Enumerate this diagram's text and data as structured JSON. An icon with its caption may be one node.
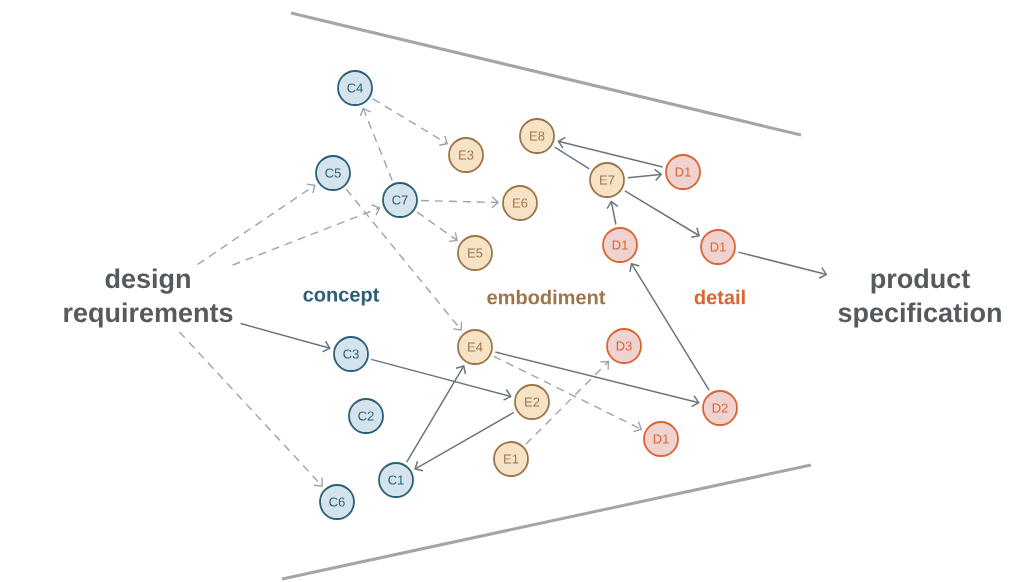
{
  "diagram": {
    "nodes": [
      {
        "text": [
          "design requirements"
        ]
      },
      {
        "text": [
          "C4"
        ]
      },
      {
        "text": [
          "C5"
        ]
      },
      {
        "text": [
          "C7"
        ]
      },
      {
        "text": [
          "E3"
        ]
      },
      {
        "text": [
          "E8"
        ]
      },
      {
        "text": [
          "E6"
        ]
      },
      {
        "text": [
          "E7"
        ]
      },
      {
        "text": [
          "D1"
        ]
      },
      {
        "text": [
          "E5"
        ]
      },
      {
        "text": [
          "D1"
        ]
      },
      {
        "text": [
          "D1"
        ]
      },
      {
        "text": [
          "product specification"
        ]
      },
      {
        "text": [
          "C3"
        ]
      },
      {
        "text": [
          "E4"
        ]
      },
      {
        "text": [
          "D3"
        ]
      },
      {
        "text": [
          "C2"
        ]
      },
      {
        "text": [
          "E2"
        ]
      },
      {
        "text": [
          "D2"
        ]
      },
      {
        "text": [
          "D1"
        ]
      },
      {
        "text": [
          "E1"
        ]
      },
      {
        "text": [
          "C1"
        ]
      },
      {
        "text": [
          "C6"
        ]
      }
    ],
    "edges": [
      {
        "from": 0,
        "to": 2,
        "arrow": "to",
        "style": "dashed",
        "color": "#9ca3aa"
      },
      {
        "from": 0,
        "to": 3,
        "arrow": "to",
        "style": "dashed",
        "color": "#9ca3aa"
      },
      {
        "from": 0,
        "to": 13,
        "arrow": "to"
      },
      {
        "from": 0,
        "to": 22,
        "arrow": "to",
        "style": "dashed",
        "color": "#9ca3aa"
      },
      {
        "from": 3,
        "to": 1,
        "arrow": "to",
        "style": "dashed",
        "color": "#9ca3aa"
      },
      {
        "from": 1,
        "to": 4,
        "arrow": "to",
        "style": "dashed",
        "color": "#9ca3aa"
      },
      {
        "from": 3,
        "to": 6,
        "arrow": "to",
        "style": "dashed",
        "color": "#9ca3aa"
      },
      {
        "from": 3,
        "to": 9,
        "arrow": "to",
        "style": "dashed",
        "color": "#9ca3aa"
      },
      {
        "from": 2,
        "to": 14,
        "arrow": "to",
        "style": "dashed",
        "color": "#9ca3aa"
      },
      {
        "from": 8,
        "to": 5,
        "arrow": "to"
      },
      {
        "from": 5,
        "to": 7,
        "arrow": "none"
      },
      {
        "from": 7,
        "to": 8,
        "arrow": "to"
      },
      {
        "from": 7,
        "to": 11,
        "arrow": "to"
      },
      {
        "from": 10,
        "to": 7,
        "arrow": "to"
      },
      {
        "from": 18,
        "to": 10,
        "arrow": "to"
      },
      {
        "from": 11,
        "to": 12,
        "arrow": "to"
      },
      {
        "from": 13,
        "to": 17,
        "arrow": "to"
      },
      {
        "from": 14,
        "to": 18,
        "arrow": "to"
      },
      {
        "from": 21,
        "to": 14,
        "arrow": "to"
      },
      {
        "from": 17,
        "to": 21,
        "arrow": "to"
      },
      {
        "from": 14,
        "to": 19,
        "arrow": "to",
        "style": "dashed",
        "color": "#9ca3aa"
      },
      {
        "from": 20,
        "to": 15,
        "arrow": "to",
        "style": "dashed",
        "color": "#9ca3aa"
      }
    ],
    "labels": [
      "concept",
      "embodiment",
      "detail"
    ]
  }
}
